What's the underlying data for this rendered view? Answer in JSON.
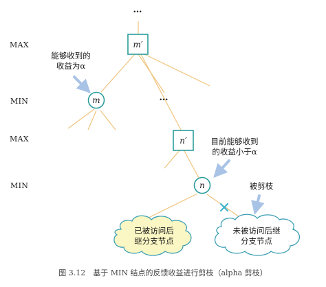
{
  "levels": {
    "max1": "MAX",
    "min1": "MIN",
    "max2": "MAX",
    "min2": "MIN"
  },
  "nodes": {
    "m_prime": "m′",
    "m": "m",
    "n_prime": "n′",
    "n": "n"
  },
  "ellipsis": {
    "top": "…",
    "middle": "…"
  },
  "annotations": {
    "alpha_best_line1": "能够收到的",
    "alpha_best_line2": "收益为α",
    "less_than_line1": "目前能够收到",
    "less_than_line2": "的收益小于α",
    "pruned": "被剪枝"
  },
  "clouds": {
    "visited_line1": "已被访问后",
    "visited_line2": "继分支节点",
    "unvisited_line1": "未被访问后继",
    "unvisited_line2": "分支节点"
  },
  "caption": "图 3.12　基于 MIN 结点的反馈收益进行剪枝（alpha 剪枝）",
  "colors": {
    "node_stroke": "#2a9d9b",
    "edge": "#f0c47e",
    "arrow": "#a9c3e6",
    "cloud_fill": "#fbf7c4",
    "cloud_stroke": "#3d9fb5",
    "cross": "#3db3cf"
  }
}
